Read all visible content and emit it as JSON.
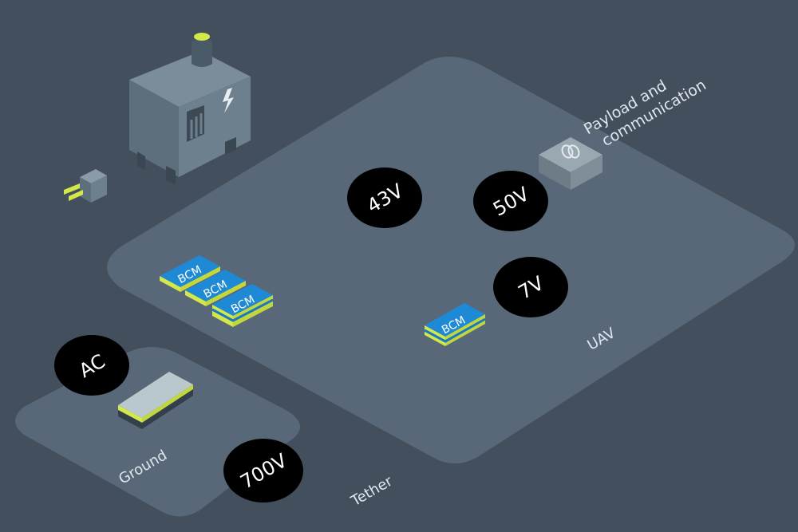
{
  "regions": {
    "uav": "UAV",
    "ground": "Ground",
    "tether": "Tether"
  },
  "payload": {
    "line1": "Payload and",
    "line2": "communication"
  },
  "voltages": {
    "v43": "43V",
    "v50": "50V",
    "v7": "7V",
    "ac": "AC",
    "v700": "700V"
  },
  "bcm": {
    "label": "BCM"
  },
  "icons": [
    "generator-icon",
    "power-plug-icon",
    "payload-module-icon",
    "bcm-module",
    "ground-power-unit"
  ],
  "colors": {
    "background": "#444f5e",
    "platform": "#586878",
    "bcm_blue": "#1a78c2",
    "bcm_accent": "#d4e84a",
    "badge": "#000000"
  }
}
